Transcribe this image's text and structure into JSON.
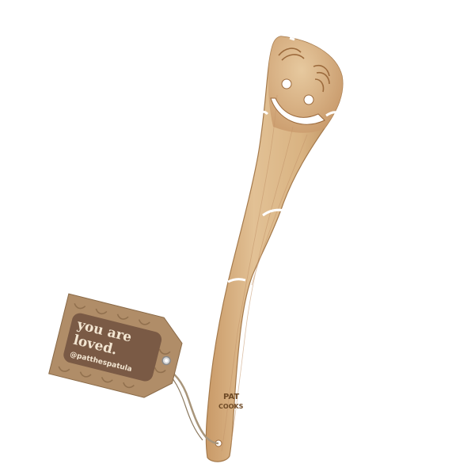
{
  "product": {
    "brand_mark": "PAT",
    "brand_word": "COOKS"
  },
  "tag": {
    "line1": "you are",
    "line2": "loved.",
    "handle": "@patthespatula"
  },
  "colors": {
    "background": "#ffffff",
    "wood_light": "#e2c195",
    "wood_mid": "#d2a878",
    "wood_dark": "#b78a5a",
    "tag_kraft": "#b08d68",
    "tag_panel": "#7a5a45",
    "tag_text": "#f3e6d2",
    "twine": "#a8957a"
  }
}
